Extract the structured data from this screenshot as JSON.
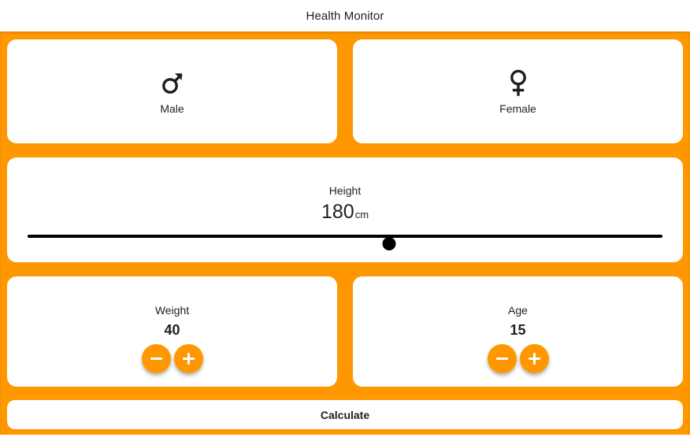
{
  "window": {
    "title": "Health Monitor"
  },
  "theme": {
    "accent": "#ff9800",
    "card_background": "#ffffff",
    "text": "#1f1f1f",
    "slider_color": "#000000"
  },
  "gender": {
    "options": [
      {
        "label": "Male",
        "icon": "mars-icon"
      },
      {
        "label": "Female",
        "icon": "venus-icon"
      }
    ]
  },
  "height": {
    "label": "Height",
    "value": "180",
    "unit": "cm",
    "slider": {
      "value": 180,
      "min": 120,
      "max": 220,
      "percent": 57
    }
  },
  "steppers": [
    {
      "label": "Weight",
      "value": "40",
      "decrement_label": "−",
      "increment_label": "+"
    },
    {
      "label": "Age",
      "value": "15",
      "decrement_label": "−",
      "increment_label": "+"
    }
  ],
  "actions": {
    "calculate_label": "Calculate"
  }
}
